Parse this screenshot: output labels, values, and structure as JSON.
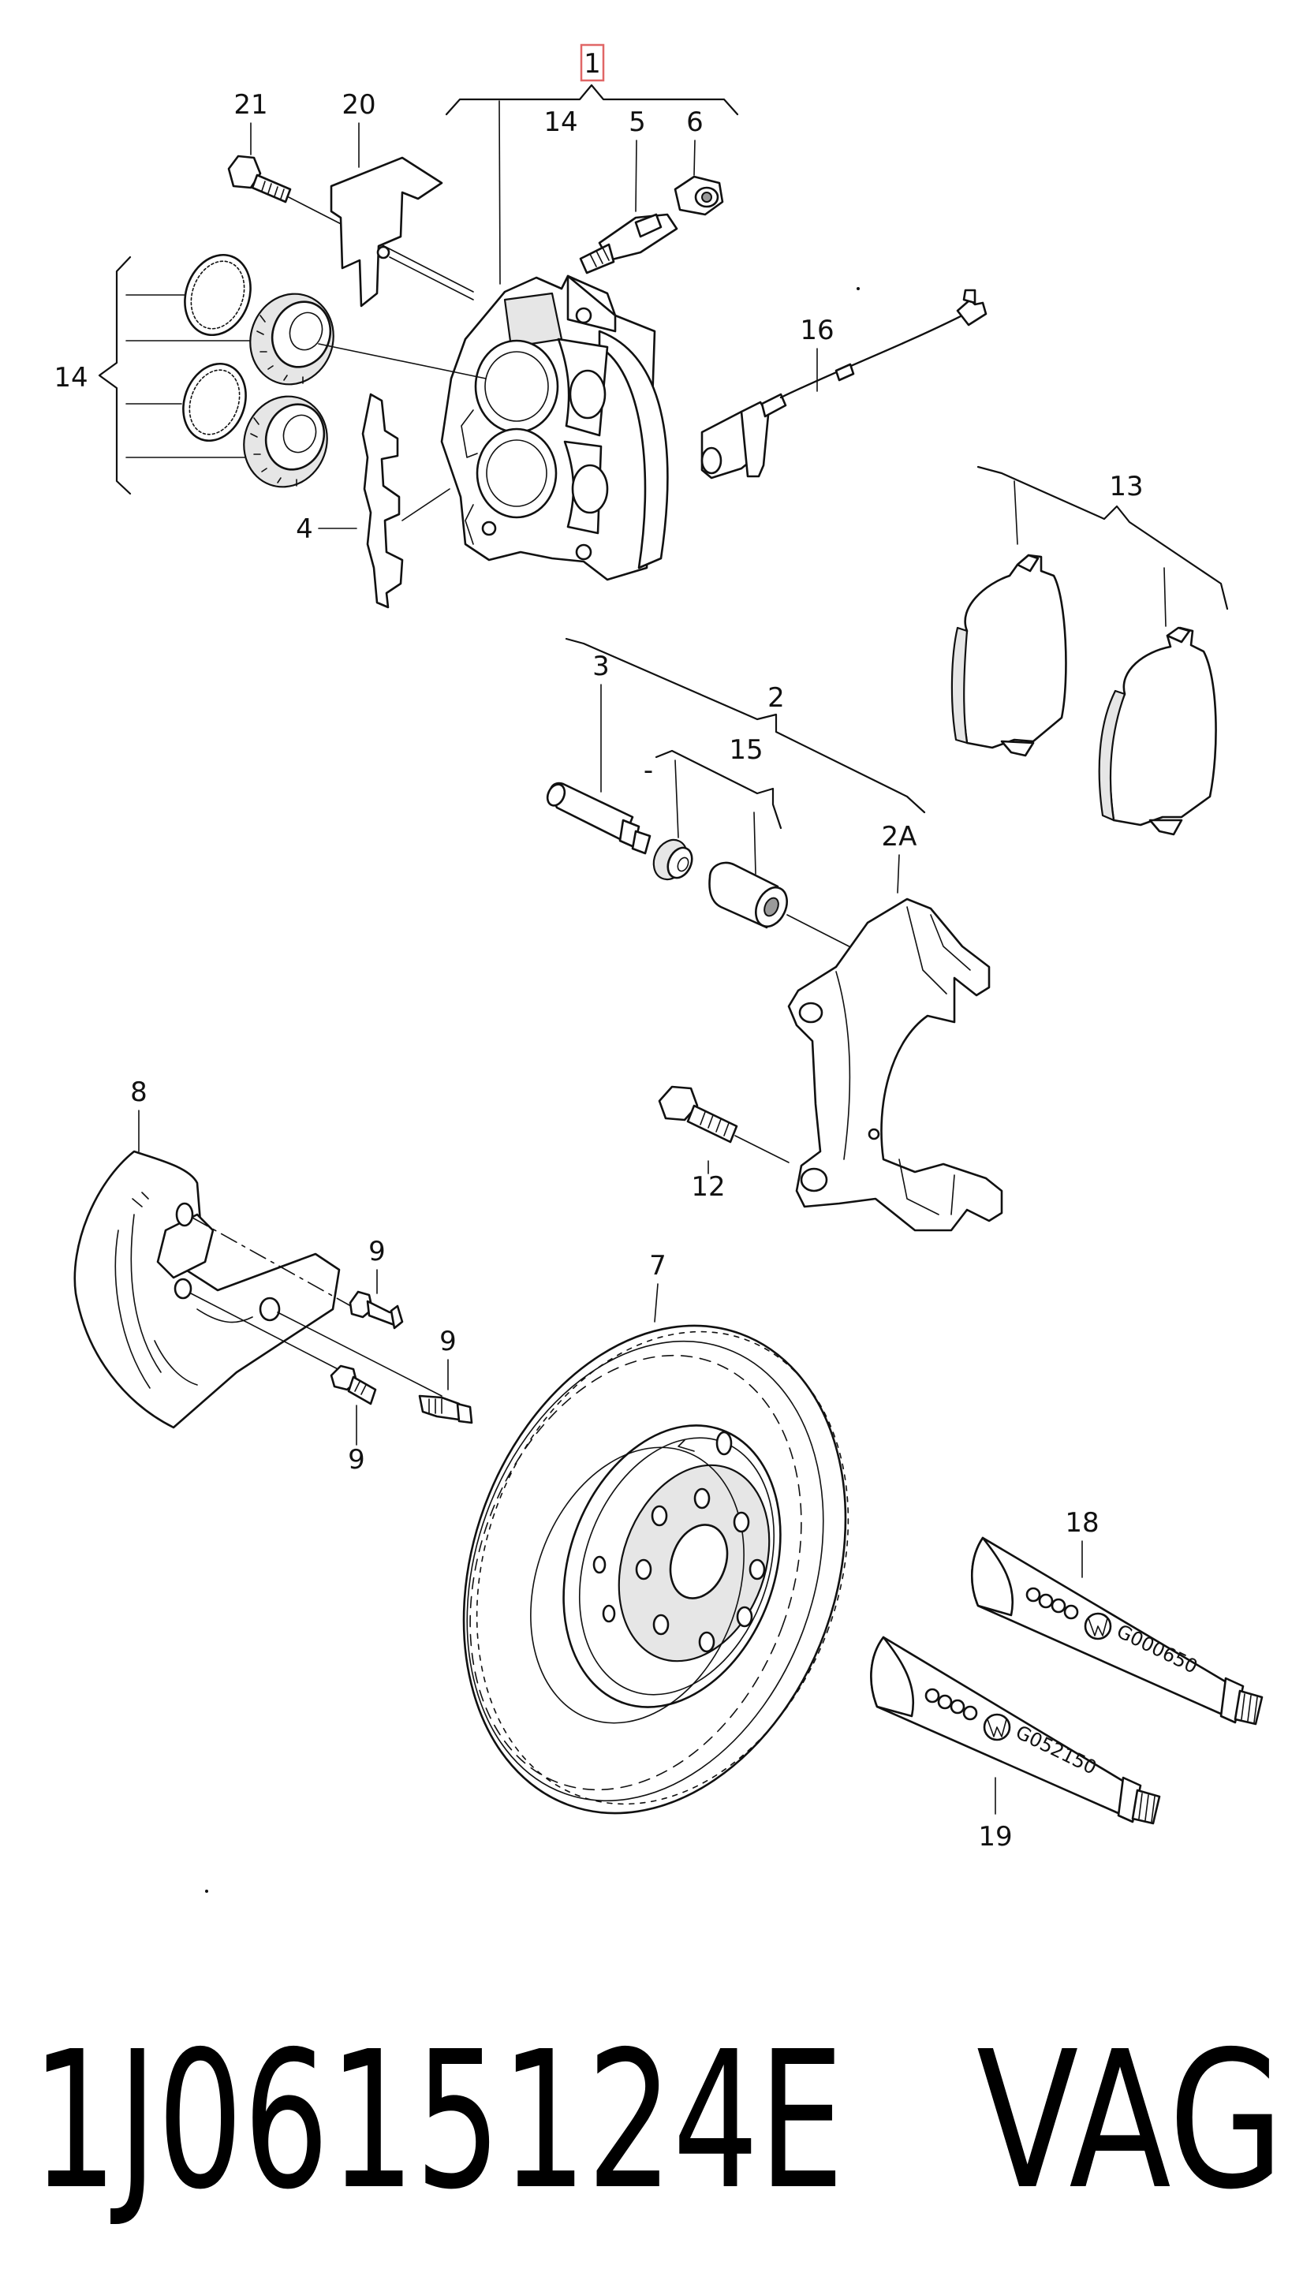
{
  "callouts": {
    "c1": "1",
    "c2": "2",
    "c2a": "2A",
    "c3": "3",
    "c4": "4",
    "c5": "5",
    "c6": "6",
    "c7": "7",
    "c8": "8",
    "c9a": "9",
    "c9b": "9",
    "c9c": "9",
    "c12": "12",
    "c13": "13",
    "c14top": "14",
    "c14left": "14",
    "c15": "15",
    "c16": "16",
    "c18": "18",
    "c19": "19",
    "c20": "20",
    "c21": "21",
    "dash": "-"
  },
  "tubes": {
    "tube18_code": "G000650",
    "tube19_code": "G052150"
  },
  "footer": {
    "part_number": "1J0615124E",
    "brand": "VAG"
  },
  "colors": {
    "highlight_box": "#e06666",
    "line": "#111111"
  }
}
